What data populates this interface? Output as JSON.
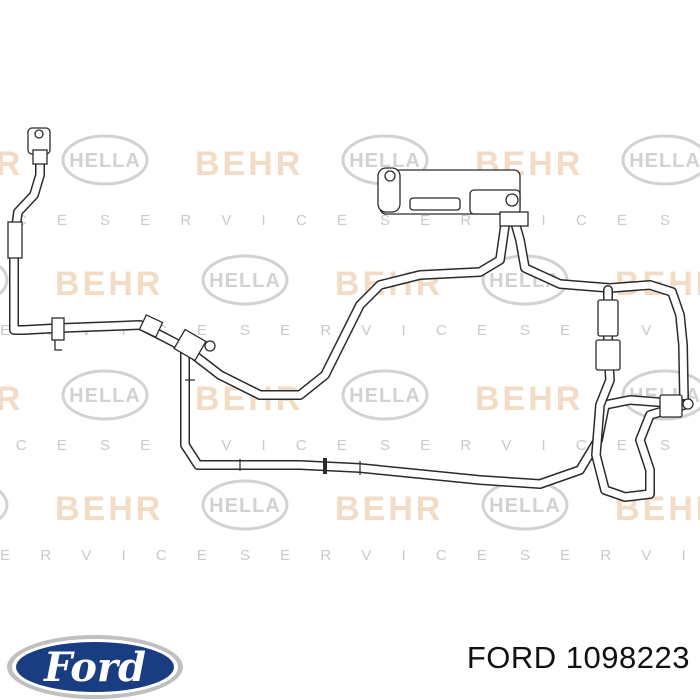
{
  "watermarks": {
    "behr": "BEHR",
    "hella": "HELLA",
    "service": "S E R V I C E",
    "colors": {
      "behr": "#f3dcc6",
      "hella": "#d2d2d2",
      "service": "#c9c9c9"
    }
  },
  "diagram": {
    "subject": "hose-assembly-line-drawing",
    "line_color": "#2b2b2b"
  },
  "brand_logo": {
    "wordmark": "Ford",
    "fill_color": "#1a3d82",
    "rim_color": "#c0c0c0"
  },
  "caption": {
    "text": "FORD 1098223"
  }
}
